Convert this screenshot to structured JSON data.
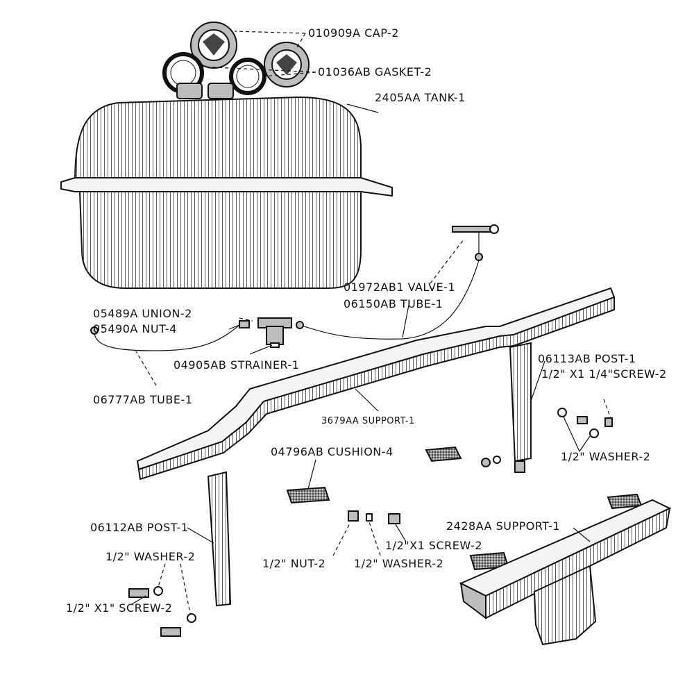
{
  "labels": {
    "cap": "010909A CAP-2",
    "gasket": "01036AB GASKET-2",
    "tank": "2405AA TANK-1",
    "valve": "01972AB1 VALVE-1",
    "tube_06150": "06150AB TUBE-1",
    "union": "05489A UNION-2",
    "nut_05490": "05490A NUT-4",
    "strainer": "04905AB STRAINER-1",
    "tube_06777": "06777AB TUBE-1",
    "support_3679": "3679AA SUPPORT-1",
    "post_06113": "06113AB POST-1",
    "screw_top": "1/2\" X1 1/4\"SCREW-2",
    "washer_right": "1/2\" WASHER-2",
    "cushion": "04796AB CUSHION-4",
    "post_06112": "06112AB POST-1",
    "support_2428": "2428AA SUPPORT-1",
    "screw_mid": "1/2\"X1 SCREW-2",
    "nut_mid": "1/2\" NUT-2",
    "washer_mid": "1/2\" WASHER-2",
    "washer_left": "1/2\" WASHER-2",
    "screw_left": "1/2\" X1\" SCREW-2"
  }
}
